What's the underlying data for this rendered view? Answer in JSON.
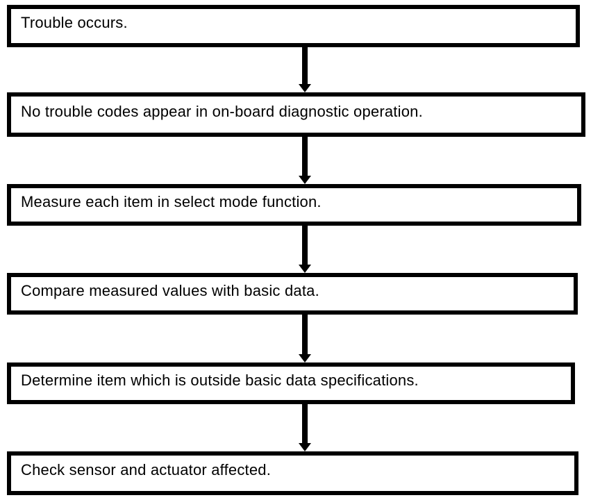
{
  "flow": {
    "type": "flowchart",
    "direction": "top-down",
    "steps": [
      {
        "label": "Trouble occurs."
      },
      {
        "label": "No trouble codes appear in on-board diagnostic operation."
      },
      {
        "label": "Measure each item in select mode function."
      },
      {
        "label": "Compare measured values with basic data."
      },
      {
        "label": "Determine item which is outside basic data specifications."
      },
      {
        "label": "Check sensor and actuator affected."
      }
    ],
    "connector_icon": "down-arrow",
    "connector_glyph": "▼"
  },
  "colors": {
    "ink": "#000000",
    "bg": "#ffffff"
  }
}
